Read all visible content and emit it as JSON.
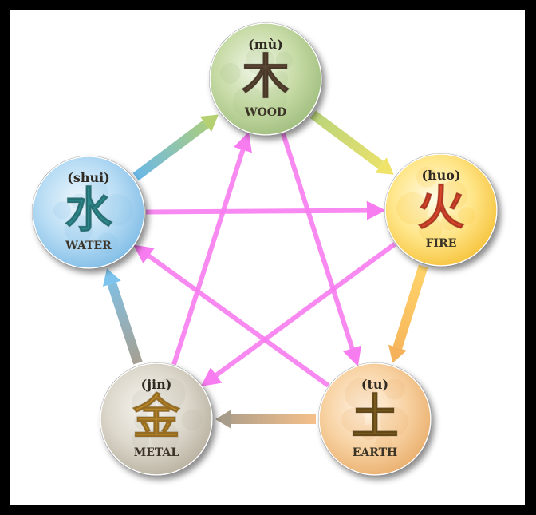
{
  "elements": [
    {
      "id": "wood",
      "pinyin": "(mù)",
      "character": "木",
      "name": "WOOD",
      "colors": {
        "light": "#f1f6e8",
        "mid": "#c7dba6",
        "dark": "#9fbd7d",
        "glyph": "#5a4632"
      }
    },
    {
      "id": "fire",
      "pinyin": "(huo)",
      "character": "火",
      "name": "FIRE",
      "colors": {
        "light": "#fffbe6",
        "mid": "#ffe68a",
        "dark": "#f6c23a",
        "glyph": "#d9442a"
      }
    },
    {
      "id": "earth",
      "pinyin": "(tu)",
      "character": "土",
      "name": "EARTH",
      "colors": {
        "light": "#fff4e6",
        "mid": "#f8d3a4",
        "dark": "#e9ae6c",
        "glyph": "#7a5a1e"
      }
    },
    {
      "id": "metal",
      "pinyin": "(jin)",
      "character": "金",
      "name": "METAL",
      "colors": {
        "light": "#f7f5f0",
        "mid": "#ddd8cc",
        "dark": "#b7b09f",
        "glyph": "#b8862a"
      }
    },
    {
      "id": "water",
      "pinyin": "(shui)",
      "character": "水",
      "name": "WATER",
      "colors": {
        "light": "#eef7fd",
        "mid": "#b7dcf4",
        "dark": "#7fbce6",
        "glyph": "#2e8a8e"
      }
    }
  ],
  "generating_cycle": [
    {
      "from": "wood",
      "to": "fire",
      "start_color": "#b9d47a",
      "end_color": "#f0e36a"
    },
    {
      "from": "fire",
      "to": "earth",
      "start_color": "#ffd46a",
      "end_color": "#f5b25a"
    },
    {
      "from": "earth",
      "to": "metal",
      "start_color": "#f5c08a",
      "end_color": "#a89c8a"
    },
    {
      "from": "metal",
      "to": "water",
      "start_color": "#a6a092",
      "end_color": "#7cc4ee"
    },
    {
      "from": "water",
      "to": "wood",
      "start_color": "#6ab8e8",
      "end_color": "#b5d070"
    }
  ],
  "controlling_cycle": {
    "color": "#f77cf0",
    "links": [
      {
        "from": "wood",
        "to": "earth"
      },
      {
        "from": "earth",
        "to": "water"
      },
      {
        "from": "water",
        "to": "fire"
      },
      {
        "from": "fire",
        "to": "metal"
      },
      {
        "from": "metal",
        "to": "wood"
      }
    ]
  }
}
